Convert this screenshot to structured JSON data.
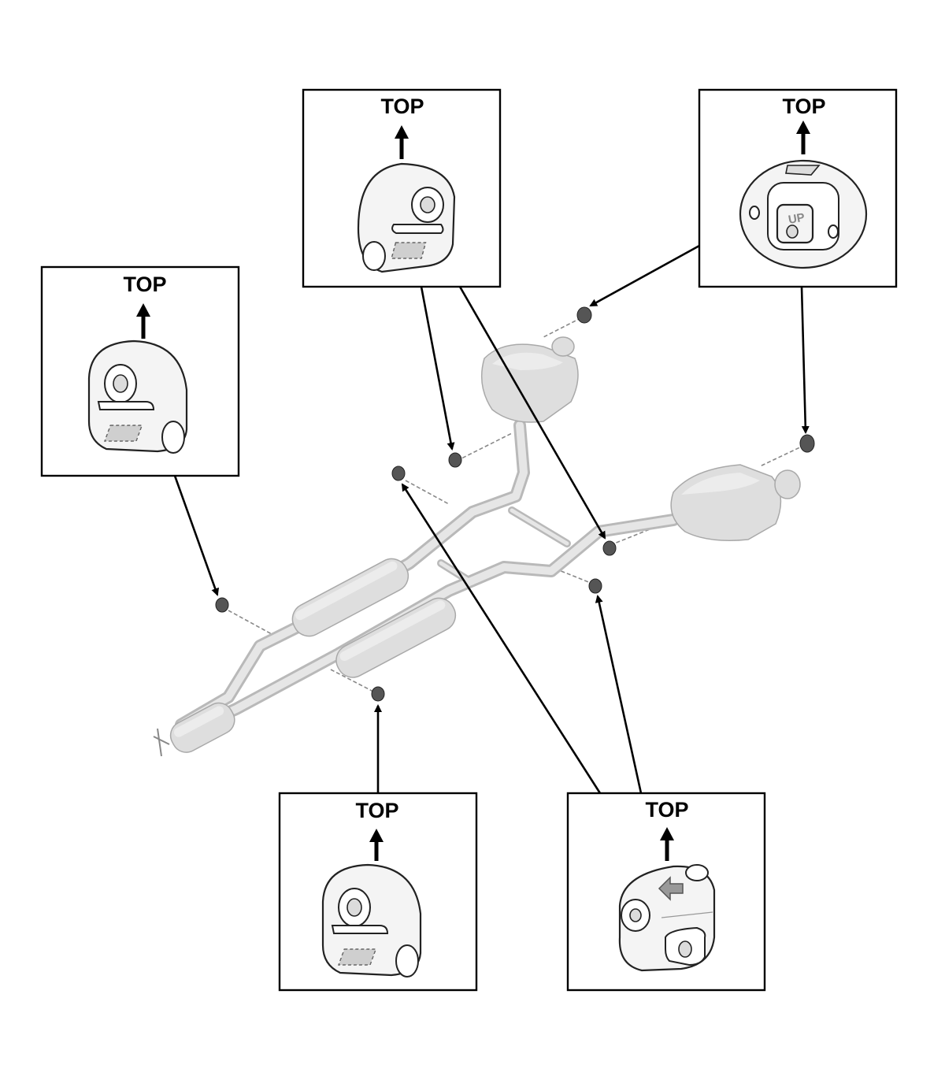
{
  "diagram": {
    "callouts": [
      {
        "id": "upper-left-hanger",
        "label": "TOP"
      },
      {
        "id": "top-center-hanger",
        "label": "TOP"
      },
      {
        "id": "top-right-hanger",
        "label": "TOP",
        "stamp": "UP"
      },
      {
        "id": "bottom-center-hanger",
        "label": "TOP"
      },
      {
        "id": "bottom-right-hanger",
        "label": "TOP"
      }
    ],
    "colors": {
      "line": "#000000",
      "pipe": "#d8d8d8",
      "grommet": "#555555",
      "background": "#ffffff"
    },
    "icons": [
      "arrow-up-icon",
      "rubber-hanger-icon",
      "grommet-icon",
      "exhaust-system-icon"
    ]
  }
}
